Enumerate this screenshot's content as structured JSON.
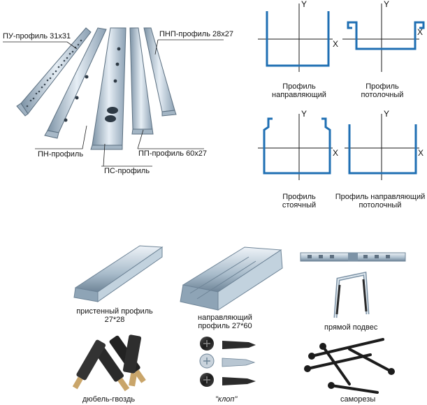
{
  "profiles_top": {
    "pu": "ПУ-профиль 31x31",
    "pnp": "ПНП-профиль 28x27",
    "pn": "ПН-профиль",
    "pp": "ПП-профиль 60x27",
    "ps": "ПС-профиль"
  },
  "sections": {
    "axis_y": "Y",
    "axis_x": "X",
    "s1_line1": "Профиль",
    "s1_line2": "направляющий",
    "s2_line1": "Профиль",
    "s2_line2": "потолочный",
    "s3_line1": "Профиль",
    "s3_line2": "стоячный",
    "s4_line1": "Профиль направляющий",
    "s4_line2": "потолочный"
  },
  "items": {
    "wall_line1": "пристенный профиль",
    "wall_line2": "27*28",
    "guide_line1": "направляющий",
    "guide_line2": "профиль 27*60",
    "hanger": "прямой подвес",
    "dowel": "дюбель-гвоздь",
    "klop": "\"клоп\"",
    "screws": "саморезы"
  },
  "colors": {
    "section_blue": "#1f6fb3",
    "steel_light": "#dbe6ef",
    "steel_dark": "#6e8497"
  }
}
